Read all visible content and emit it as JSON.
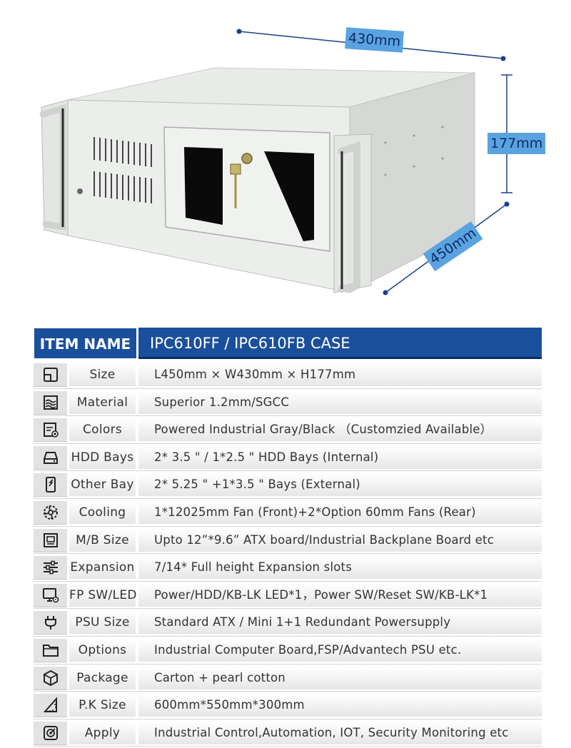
{
  "dimensions": {
    "width_label": "430mm",
    "height_label": "177mm",
    "depth_label": "450mm"
  },
  "spec_table": {
    "header_item": "ITEM NAME",
    "header_value": "IPC610FF / IPC610FB CASE",
    "rows": [
      {
        "icon": "size-icon",
        "name": "Size",
        "value": "L450mm × W430mm × H177mm"
      },
      {
        "icon": "material-icon",
        "name": "Material",
        "value": "Superior 1.2mm/SGCC"
      },
      {
        "icon": "palette-icon",
        "name": "Colors",
        "value": "Powered Industrial Gray/Black （Customzied Available）"
      },
      {
        "icon": "hdd-icon",
        "name": "HDD Bays",
        "value": "2* 3.5 \" / 1*2.5 \" HDD Bays (Internal)"
      },
      {
        "icon": "drive-bay-icon",
        "name": "Other Bay",
        "value": "2* 5.25 \" +1*3.5 \" Bays (External)"
      },
      {
        "icon": "fan-icon",
        "name": "Cooling",
        "value": "1*12025mm Fan (Front)+2*Option 60mm Fans (Rear)"
      },
      {
        "icon": "motherboard-icon",
        "name": "M/B Size",
        "value": "Upto 12”*9.6” ATX board/Industrial Backplane Board etc"
      },
      {
        "icon": "sliders-icon",
        "name": "Expansion",
        "value": "7/14* Full height Expansion slots"
      },
      {
        "icon": "monitor-settings-icon",
        "name": "FP SW/LED",
        "value": "Power/HDD/KB-LK LED*1，Power SW/Reset SW/KB-LK*1"
      },
      {
        "icon": "power-plug-icon",
        "name": "PSU Size",
        "value": "Standard ATX / Mini 1+1 Redundant Powersupply"
      },
      {
        "icon": "folder-icon",
        "name": "Options",
        "value": "Industrial Computer Board,FSP/Advantech PSU etc."
      },
      {
        "icon": "package-icon",
        "name": "Package",
        "value": "Carton + pearl cotton"
      },
      {
        "icon": "ruler-triangle-icon",
        "name": "P.K Size",
        "value": "600mm*550mm*300mm"
      },
      {
        "icon": "target-icon",
        "name": "Apply",
        "value": "Industrial Control,Automation, IOT, Security Monitoring etc"
      }
    ]
  }
}
